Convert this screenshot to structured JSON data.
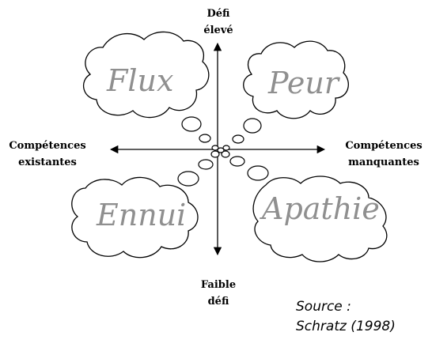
{
  "axes": {
    "top_line1": "Défi",
    "top_line2": "élevé",
    "bottom_line1": "Faible",
    "bottom_line2": "défi",
    "left_line1": "Compétences",
    "left_line2": "existantes",
    "right_line1": "Compétences",
    "right_line2": "manquantes"
  },
  "quadrants": {
    "top_left": "Flux",
    "top_right": "Peur",
    "bottom_left": "Ennui",
    "bottom_right": "Apathie"
  },
  "source": {
    "line1": "Source :",
    "line2": "Schratz (1998)"
  },
  "colors": {
    "cloud_text": "#8f8f8f",
    "ink": "#000000"
  }
}
